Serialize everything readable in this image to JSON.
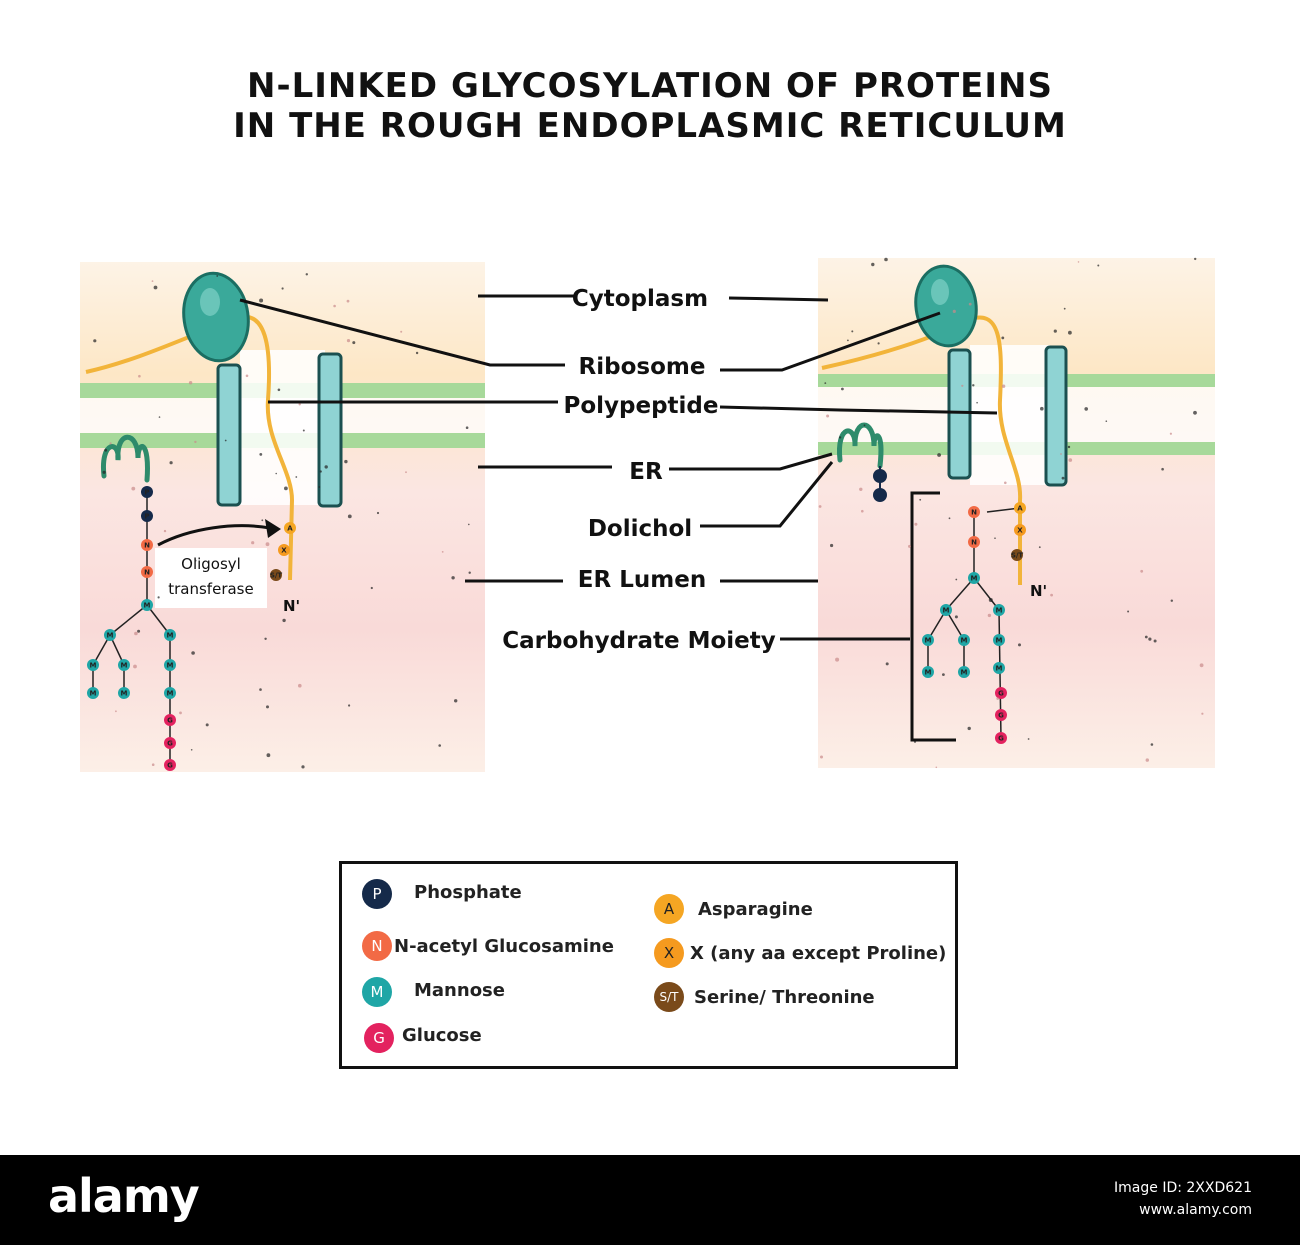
{
  "title": {
    "line1": "N-LINKED GLYCOSYLATION OF PROTEINS",
    "line2": "IN  THE  ROUGH  ENDOPLASMIC  RETICULUM"
  },
  "labels": {
    "cytoplasm": "Cytoplasm",
    "ribosome": "Ribosome",
    "polypeptide": "Polypeptide",
    "er": "ER",
    "dolichol": "Dolichol",
    "er_lumen": "ER Lumen",
    "carbohydrate": "Carbohydrate Moiety"
  },
  "enzyme": {
    "line1": "Oligosyl",
    "line2": "transferase"
  },
  "n_terminus": "N'",
  "bead_letters": {
    "P": "P",
    "N": "N",
    "M": "M",
    "G": "G",
    "A": "A",
    "X": "X",
    "ST": "S/T"
  },
  "colors": {
    "phosphate": "#152a4a",
    "nag": "#f26a45",
    "mannose": "#1fa6a6",
    "glucose": "#e3225f",
    "asparagine": "#f5a623",
    "x_aa": "#f59a1f",
    "ser_thr": "#7a4a1a",
    "ribosome": "#3aa99a",
    "membrane": "#a7d99a",
    "polypeptide": "#f2b43a"
  },
  "legend": {
    "items": [
      {
        "symbol": "P",
        "text": "Phosphate"
      },
      {
        "symbol": "N",
        "text": "N-acetyl Glucosamine"
      },
      {
        "symbol": "M",
        "text": "Mannose"
      },
      {
        "symbol": "G",
        "text": "Glucose"
      },
      {
        "symbol": "A",
        "text": "Asparagine"
      },
      {
        "symbol": "X",
        "text": "X (any aa except Proline)"
      },
      {
        "symbol": "S/T",
        "text": "Serine/ Threonine"
      }
    ]
  },
  "watermark": {
    "logo": "alamy",
    "image_id": "Image ID: 2XXD621",
    "site": "www.alamy.com"
  }
}
